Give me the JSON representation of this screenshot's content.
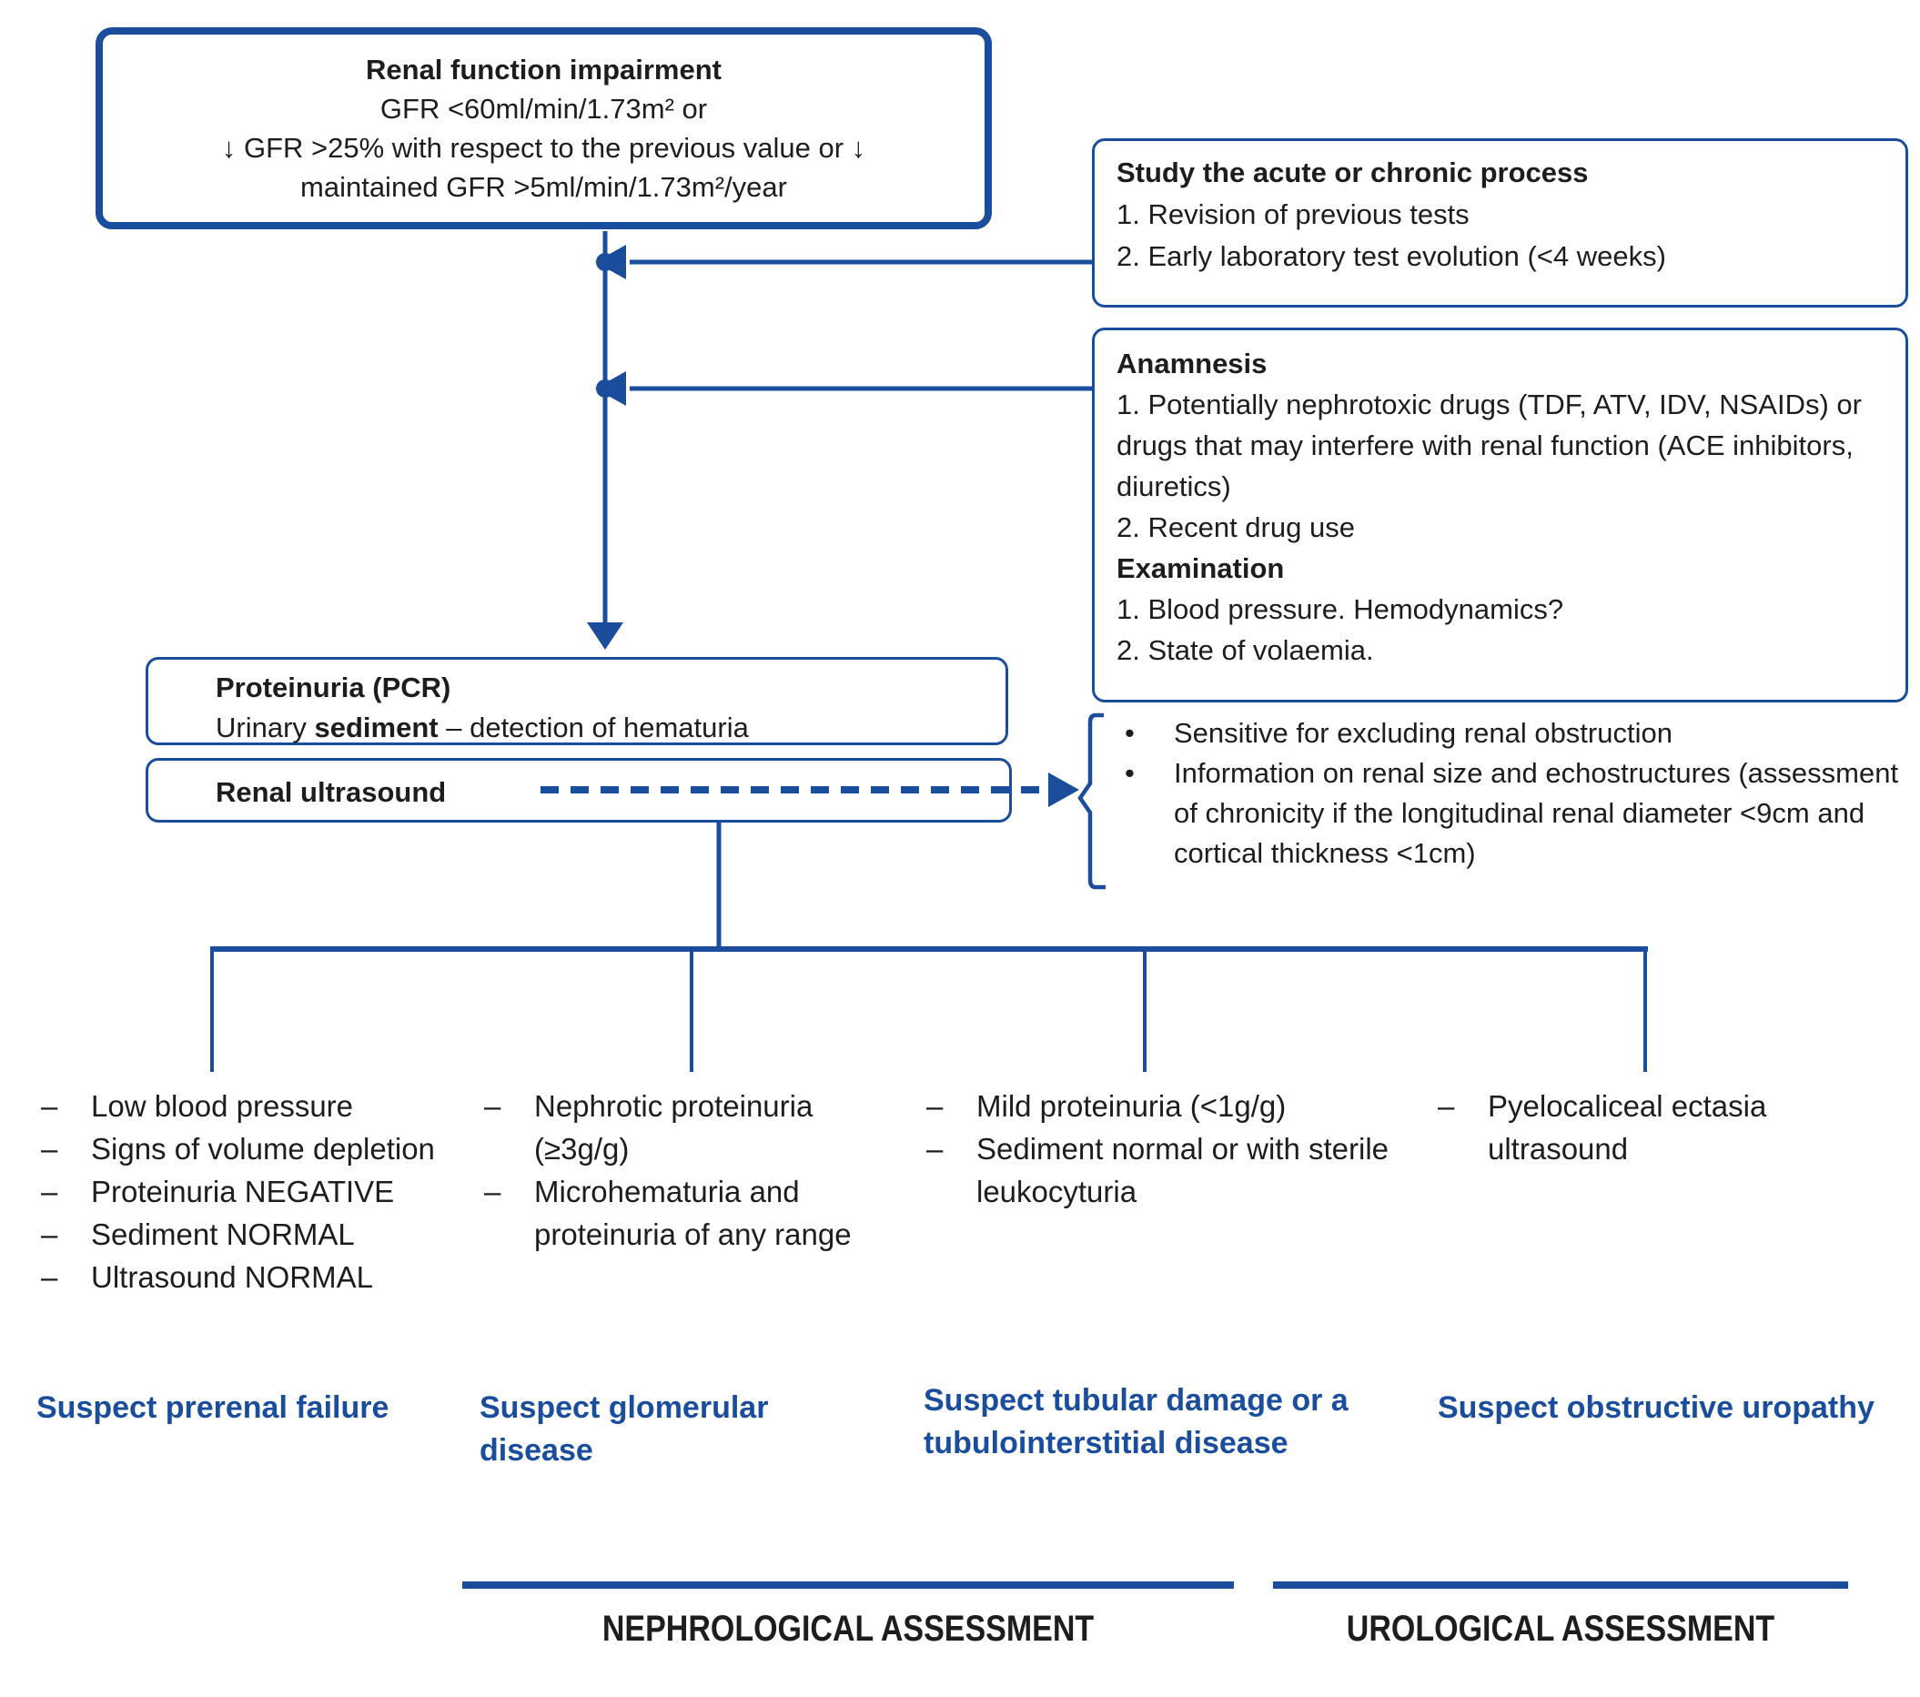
{
  "palette": {
    "blue": "#1a4e9c",
    "ink": "#1d1d1b"
  },
  "markers": {
    "dash": "–",
    "bullet": "•"
  },
  "top_box": {
    "title": "Renal function impairment",
    "line2": "GFR <60ml/min/1.73m² or",
    "line3": "↓ GFR >25% with respect to the previous value or ↓",
    "line4": "maintained GFR >5ml/min/1.73m²/year"
  },
  "study_box": {
    "title": "Study the acute or chronic process",
    "items": [
      "1. Revision of previous tests",
      "2. Early laboratory test evolution (<4 weeks)"
    ]
  },
  "anamnesis_box": {
    "header1": "Anamnesis",
    "items1": [
      "1. Potentially nephrotoxic drugs (TDF, ATV, IDV, NSAIDs) or drugs that may interfere with renal function (ACE inhibitors, diuretics)",
      "2. Recent drug use"
    ],
    "header2": "Examination",
    "items2": [
      "1. Blood pressure. Hemodynamics?",
      "2. State of volaemia."
    ]
  },
  "proteinuria_box": {
    "title": "Proteinuria (PCR)",
    "urinary_pre": "Urinary ",
    "urinary_bold": "sediment",
    "urinary_post": " – detection of hematuria"
  },
  "ultrasound_box": {
    "title": "Renal ultrasound"
  },
  "ultrasound_notes": {
    "items": [
      "Sensitive for excluding renal obstruction",
      "Information on renal size and echostructures (assessment of chronicity if the longitudinal renal diameter <9cm and cortical thickness <1cm)"
    ]
  },
  "branches": [
    {
      "items": [
        "Low blood pressure",
        "Signs of volume depletion",
        "Proteinuria NEGATIVE",
        "Sediment NORMAL",
        "Ultrasound NORMAL"
      ],
      "suspect": "Suspect prerenal failure"
    },
    {
      "items": [
        "Nephrotic proteinuria (≥3g/g)",
        "Microhematuria and proteinuria of any range"
      ],
      "suspect": "Suspect glomerular disease"
    },
    {
      "items": [
        "Mild proteinuria (<1g/g)",
        "Sediment normal or with sterile leukocyturia"
      ],
      "suspect": "Suspect tubular damage or a tubulointerstitial disease"
    },
    {
      "items": [
        "Pyelocaliceal ectasia ultrasound"
      ],
      "suspect": "Suspect obstructive uropathy"
    }
  ],
  "assessments": {
    "nephrological": "NEPHROLOGICAL ASSESSMENT",
    "urological": "UROLOGICAL ASSESSMENT"
  }
}
